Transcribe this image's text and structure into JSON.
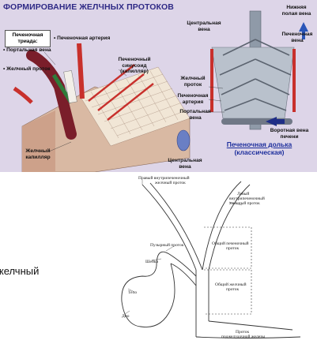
{
  "top_panel": {
    "title": "ФОРМИРОВАНИЕ ЖЕЛЧНЫХ ПРОТОКОВ",
    "triad_line1": "Печеночная",
    "triad_line2": "триада:",
    "hepatic_artery": "Печеночная артерия",
    "portal_vein": "Портальная вена",
    "bile_duct": "Желчный проток",
    "sinusoid_line1": "Печеночный",
    "sinusoid_line2": "синусоид",
    "sinusoid_line3": "(капилляр)",
    "bile_capillary_line1": "Желчный",
    "bile_capillary_line2": "капилляр",
    "central_vein_bottom_line1": "Центральная",
    "central_vein_bottom_line2": "вена",
    "central_vein_top_line1": "Центральная",
    "central_vein_top_line2": "вена",
    "ivc_line1": "Нижняя",
    "ivc_line2": "полая вена",
    "hepatic_vein_line1": "Печеночная",
    "hepatic_vein_line2": "вена",
    "lob_bile_line1": "Желчный",
    "lob_bile_line2": "проток",
    "lob_artery_line1": "Печеночная",
    "lob_artery_line2": "артерия",
    "lob_portal_line1": "Портальная",
    "lob_portal_line2": "вена",
    "gate_vein_line1": "Воротная вена",
    "gate_vein_line2": "печени",
    "lobule_title_line1": "Печеночная долька",
    "lobule_title_line2": "(классическая)"
  },
  "bottom_diagram": {
    "right_intrahepatic_line1": "Правый внутрипеченочный",
    "right_intrahepatic_line2": "желчный проток",
    "left_intrahepatic_line1": "Левый",
    "left_intrahepatic_line2": "внутрипеченочный",
    "left_intrahepatic_line3": "желчный проток",
    "cystic_duct": "Пузырный проток",
    "common_hepatic_line1": "Общий печеночный",
    "common_hepatic_line2": "проток",
    "neck": "Шейка",
    "common_bile_line1": "Общий желчный",
    "common_bile_line2": "проток",
    "body": "Тело",
    "fundus": "Дно",
    "pancreatic_line1": "Проток",
    "pancreatic_line2": "поджелудочной железы"
  },
  "side_text": "желчный",
  "colors": {
    "panel_bg": "#ddd5e8",
    "title_blue": "#2f2a86",
    "artery_red": "#c8302c",
    "lobule_blue": "#1c2e9c"
  }
}
